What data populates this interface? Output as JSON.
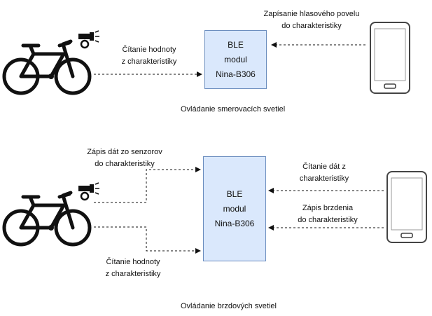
{
  "section1": {
    "module": {
      "line1": "BLE",
      "line2": "modul",
      "line3": "Nina-B306"
    },
    "label_bike_read": {
      "line1": "Čítanie hodnoty",
      "line2": "z charakteristiky"
    },
    "label_phone_write": {
      "line1": "Zapísanie hlasového povelu",
      "line2": "do charakteristiky"
    },
    "caption": "Ovládanie smerovacích svetiel"
  },
  "section2": {
    "module": {
      "line1": "BLE",
      "line2": "modul",
      "line3": "Nina-B306"
    },
    "label_sensor_write": {
      "line1": "Zápis dát zo senzorov",
      "line2": "do charakteristiky"
    },
    "label_bike_read": {
      "line1": "Čítanie hodnoty",
      "line2": "z charakteristiky"
    },
    "label_phone_read": {
      "line1": "Čítanie dát z",
      "line2": "charakteristiky"
    },
    "label_phone_brake": {
      "line1": "Zápis brzdenia",
      "line2": "do charakteristiky"
    },
    "caption": "Ovládanie brzdových svetiel"
  },
  "icons": [
    "bicycle-icon",
    "light-icon",
    "smartphone-icon"
  ],
  "colors": {
    "module_fill": "#dae8fc",
    "module_border": "#6c8ebf",
    "line": "#111111"
  }
}
